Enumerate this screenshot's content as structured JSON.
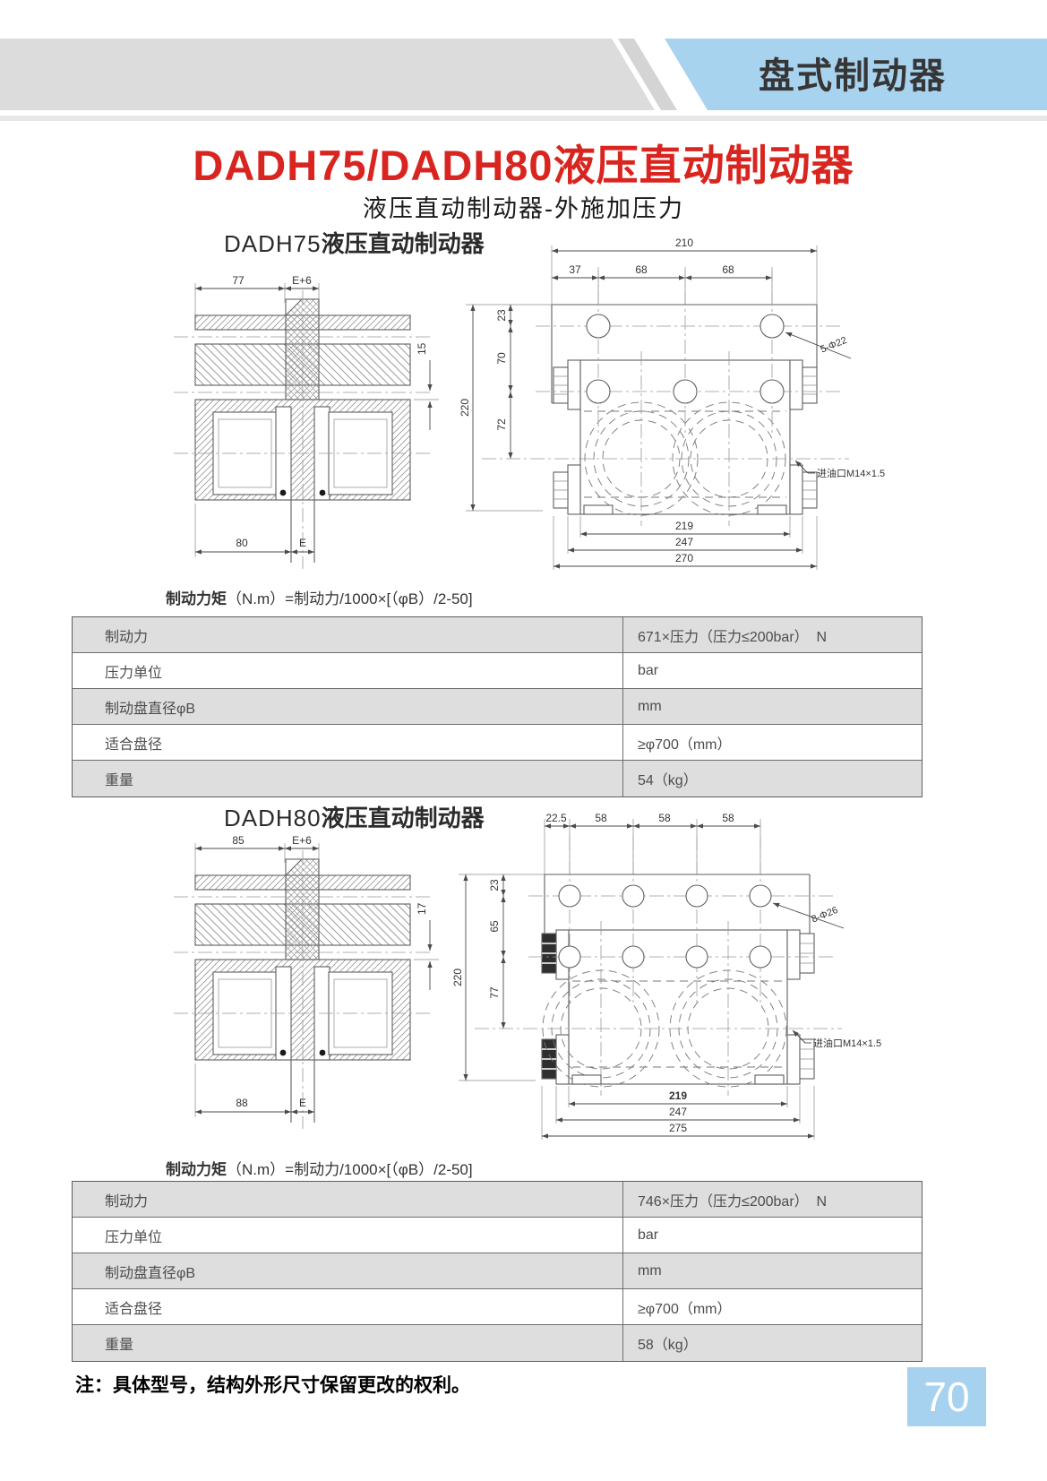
{
  "header": {
    "category": "盘式制动器"
  },
  "title": {
    "main": "DADH75/DADH80液压直动制动器",
    "subtitle": "液压直动制动器-外施加压力"
  },
  "footer": {
    "note": "注：具体型号，结构外形尺寸保留更改的权利。",
    "page_number": "70"
  },
  "colors": {
    "accent_red": "#d9251f",
    "band_blue": "#a8d3ef",
    "band_gray": "#dcdcdc",
    "table_gray": "#dedede",
    "page_badge_blue": "#a6d2ef"
  },
  "sections": [
    {
      "heading": {
        "model": "DADH75",
        "name": "液压直动制动器"
      },
      "formula": {
        "lead": "制动力矩",
        "rest": "（N.m）=制动力/1000×[（φB）/2-50]"
      },
      "side": {
        "dims": [
          "77",
          "E+6",
          "15",
          "80",
          "E"
        ]
      },
      "front": {
        "width_total": "210",
        "top_dims": [
          "37",
          "68",
          "68"
        ],
        "left_dims": [
          "23",
          "70",
          "72"
        ],
        "height_total": "220",
        "hole_label": "5-Φ22",
        "port_label": "进油口M14×1.5",
        "bottom_dims": [
          "219",
          "247",
          "270"
        ]
      },
      "table": {
        "rows": [
          {
            "label": "制动力",
            "value": "671×压力（压力≤200bar）  N"
          },
          {
            "label": "压力单位",
            "value": "bar"
          },
          {
            "label": "制动盘直径φB",
            "value": "mm"
          },
          {
            "label": "适合盘径",
            "value": "≥φ700（mm）"
          },
          {
            "label": "重量",
            "value": "54（kg）"
          }
        ]
      }
    },
    {
      "heading": {
        "model": "DADH80",
        "name": "液压直动制动器"
      },
      "formula": {
        "lead": "制动力矩",
        "rest": "（N.m）=制动力/1000×[（φB）/2-50]"
      },
      "side": {
        "dims": [
          "85",
          "E+6",
          "17",
          "88",
          "E"
        ]
      },
      "front": {
        "top_dims": [
          "22.5",
          "58",
          "58",
          "58"
        ],
        "left_dims": [
          "23",
          "65",
          "77"
        ],
        "height_total": "220",
        "hole_label": "8-Φ26",
        "port_label": "进油口M14×1.5",
        "bottom_dims": [
          "219",
          "247",
          "275"
        ]
      },
      "table": {
        "rows": [
          {
            "label": "制动力",
            "value": "746×压力（压力≤200bar）  N"
          },
          {
            "label": "压力单位",
            "value": "bar"
          },
          {
            "label": "制动盘直径φB",
            "value": "mm"
          },
          {
            "label": "适合盘径",
            "value": "≥φ700（mm）"
          },
          {
            "label": "重量",
            "value": "58（kg）"
          }
        ]
      }
    }
  ]
}
